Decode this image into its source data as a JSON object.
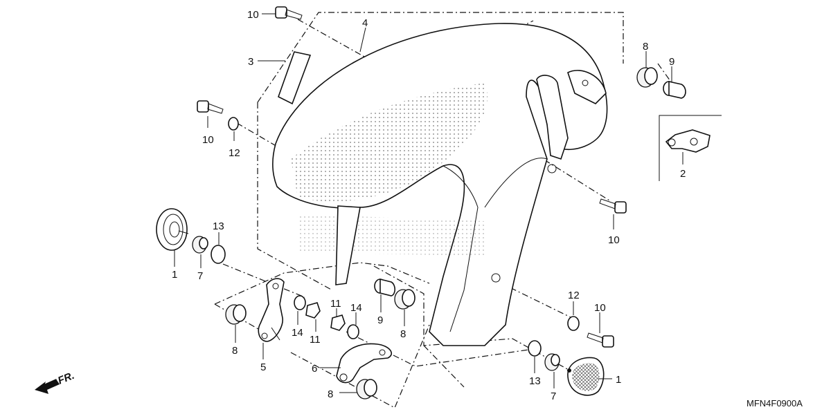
{
  "diagram": {
    "code": "MFN4F0900A",
    "direction_label": "FR.",
    "callouts": [
      {
        "id": "c10a",
        "text": "10"
      },
      {
        "id": "c4",
        "text": "4"
      },
      {
        "id": "c3",
        "text": "3"
      },
      {
        "id": "c10b",
        "text": "10"
      },
      {
        "id": "c12a",
        "text": "12"
      },
      {
        "id": "c8a",
        "text": "8"
      },
      {
        "id": "c9a",
        "text": "9"
      },
      {
        "id": "c2",
        "text": "2"
      },
      {
        "id": "c10c",
        "text": "10"
      },
      {
        "id": "c13a",
        "text": "13"
      },
      {
        "id": "c1a",
        "text": "1"
      },
      {
        "id": "c7a",
        "text": "7"
      },
      {
        "id": "c11a",
        "text": "11"
      },
      {
        "id": "c14a",
        "text": "14"
      },
      {
        "id": "c9b",
        "text": "9"
      },
      {
        "id": "c8b",
        "text": "8"
      },
      {
        "id": "c12b",
        "text": "12"
      },
      {
        "id": "c10d",
        "text": "10"
      },
      {
        "id": "c8c",
        "text": "8"
      },
      {
        "id": "c14b",
        "text": "14"
      },
      {
        "id": "c11b",
        "text": "11"
      },
      {
        "id": "c5",
        "text": "5"
      },
      {
        "id": "c6",
        "text": "6"
      },
      {
        "id": "c8d",
        "text": "8"
      },
      {
        "id": "c13b",
        "text": "13"
      },
      {
        "id": "c7b",
        "text": "7"
      },
      {
        "id": "c1b",
        "text": "1"
      }
    ]
  }
}
